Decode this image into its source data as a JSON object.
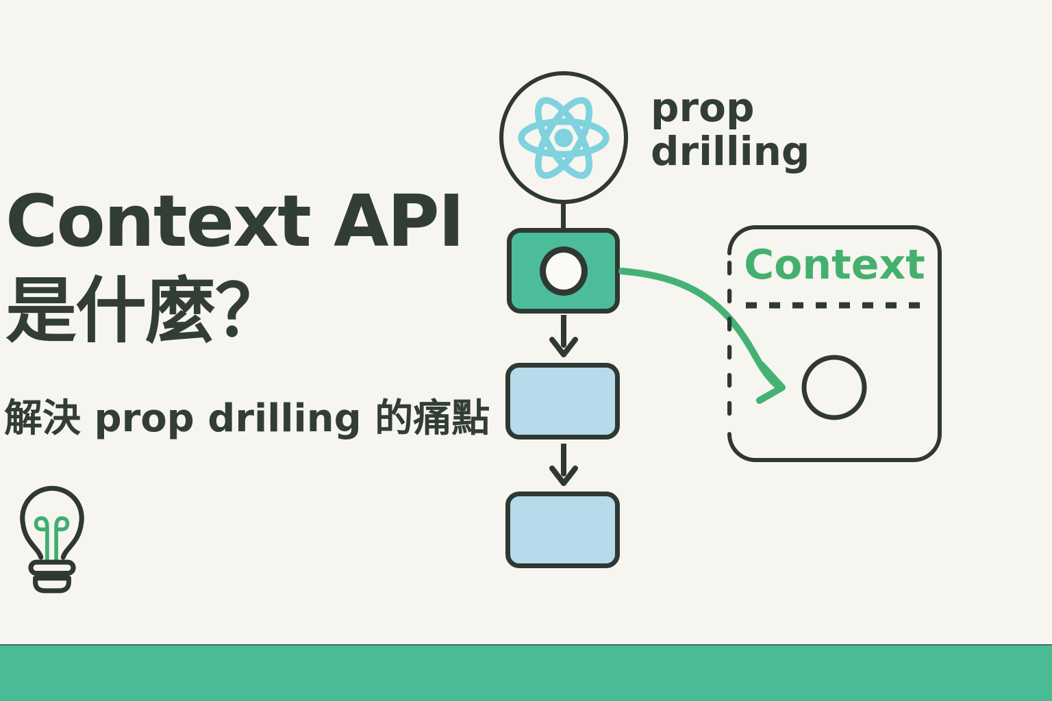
{
  "header": {
    "title_line1": "Context API",
    "title_line2": "是什麼？",
    "subtitle": "解決 prop drilling 的痛點"
  },
  "diagram": {
    "prop_drilling_line1": "prop",
    "prop_drilling_line2": "drilling",
    "context_label": "Context"
  },
  "icons": {
    "react_logo": "react-atom",
    "lightbulb": "lightbulb-with-green-filament",
    "flow_arrow": "arrow-down-chevron",
    "context_arrow": "curved-green-arrow-right"
  },
  "colors": {
    "background": "#f6f5f0",
    "outline_dark": "#2f3833",
    "text_dark": "#333d38",
    "node_green_fill": "#4cbd9a",
    "node_blue_fill": "#b7dbea",
    "accent_green": "#45b06e",
    "react_cyan": "#7fd2de",
    "bottom_bar_green": "#4bbb95"
  }
}
